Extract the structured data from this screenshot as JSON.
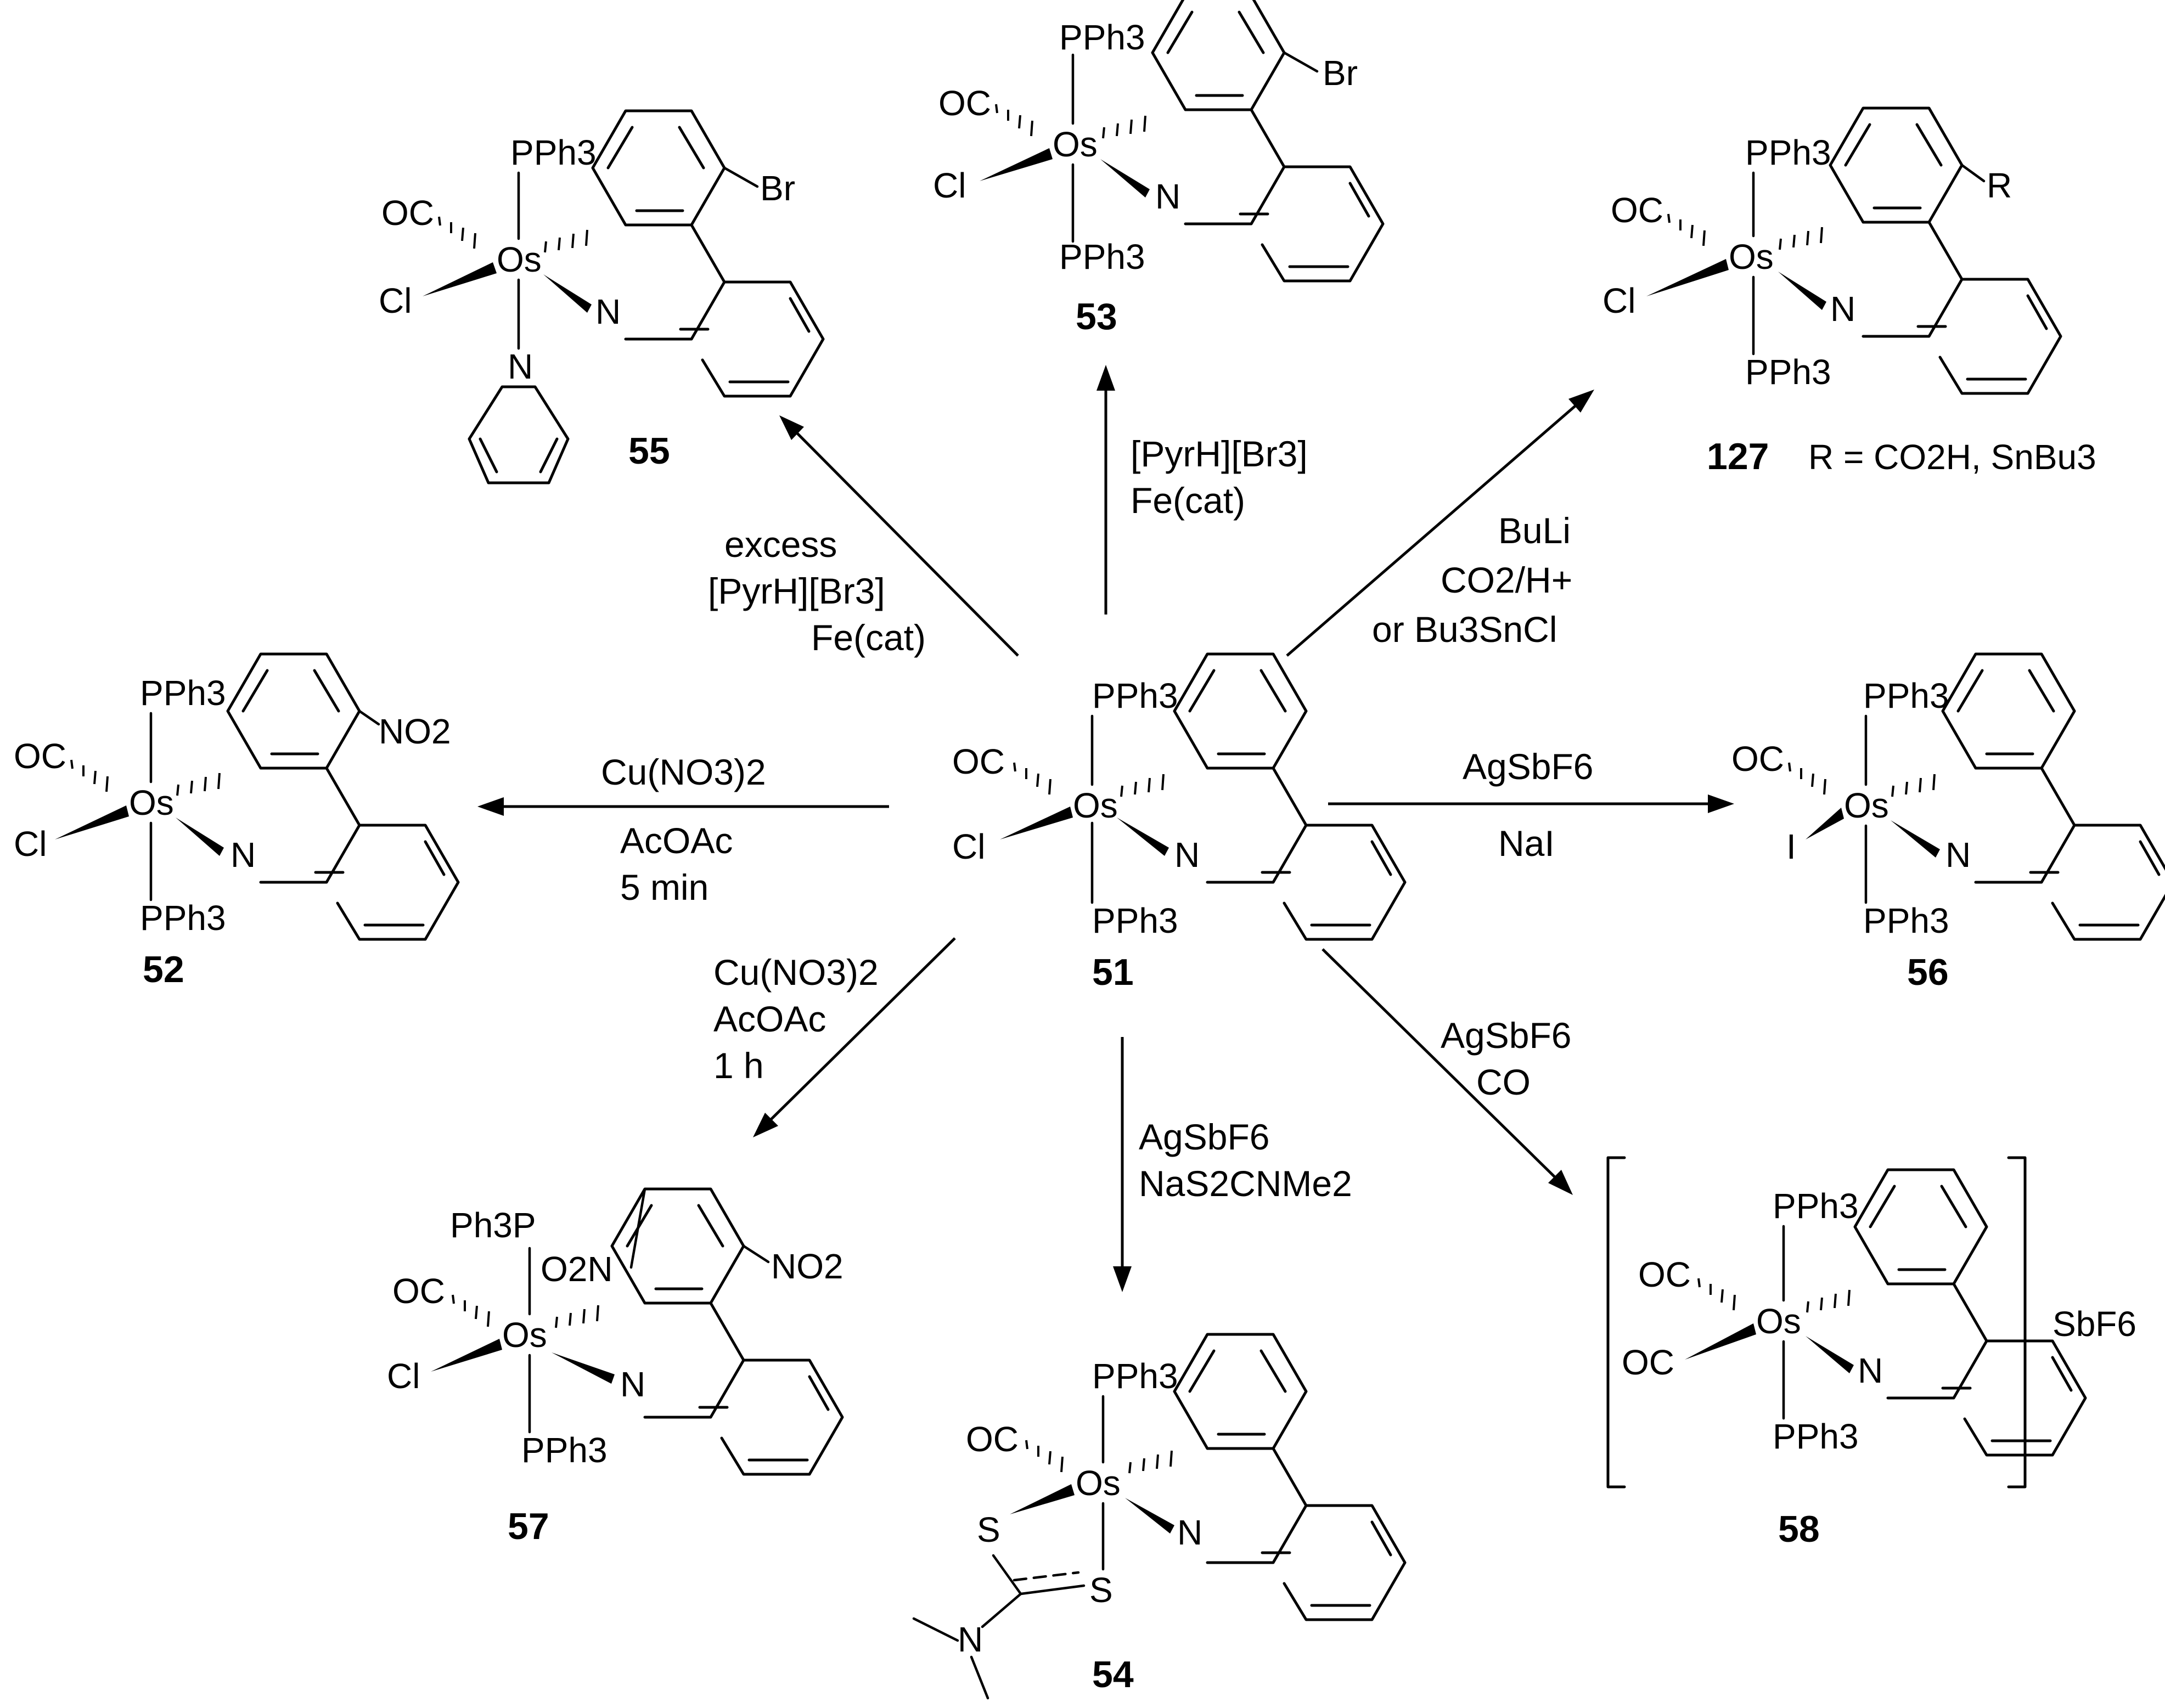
{
  "compounds": {
    "c51": {
      "number": "51",
      "ligands": {
        "top": "PPh3",
        "bottom": "PPh3",
        "left_upper": "OC",
        "left_lower": "Cl",
        "metal": "Os",
        "donor": "N"
      }
    },
    "c52": {
      "number": "52",
      "ligands": {
        "top": "PPh3",
        "bottom": "PPh3",
        "left_upper": "OC",
        "left_lower": "Cl",
        "metal": "Os",
        "donor": "N",
        "substituent": "NO2"
      }
    },
    "c53": {
      "number": "53",
      "ligands": {
        "top": "PPh3",
        "bottom": "PPh3",
        "left_upper": "OC",
        "left_lower": "Cl",
        "metal": "Os",
        "donor": "N",
        "substituent": "Br"
      }
    },
    "c54": {
      "number": "54",
      "ligands": {
        "top": "PPh3",
        "left_upper": "OC",
        "s1": "S",
        "s2": "S",
        "metal": "Os",
        "donor": "N",
        "amine": "N"
      }
    },
    "c55": {
      "number": "55",
      "ligands": {
        "top": "PPh3",
        "left_upper": "OC",
        "left_lower": "Cl",
        "metal": "Os",
        "donor": "N",
        "substituent": "Br",
        "pyridine_n": "N"
      }
    },
    "c56": {
      "number": "56",
      "ligands": {
        "top": "PPh3",
        "bottom": "PPh3",
        "left_upper": "OC",
        "left_lower": "I",
        "metal": "Os",
        "donor": "N"
      }
    },
    "c57": {
      "number": "57",
      "ligands": {
        "top": "Ph3P",
        "bottom": "PPh3",
        "left_upper": "OC",
        "left_lower": "Cl",
        "metal": "Os",
        "donor": "N",
        "substituent1": "O2N",
        "substituent2": "NO2"
      }
    },
    "c58": {
      "number": "58",
      "ligands": {
        "top": "PPh3",
        "bottom": "PPh3",
        "left_upper": "OC",
        "left_lower": "OC",
        "metal": "Os",
        "donor": "N"
      },
      "counterion": "SbF6"
    },
    "c127": {
      "number": "127",
      "ligands": {
        "top": "PPh3",
        "bottom": "PPh3",
        "left_upper": "OC",
        "left_lower": "Cl",
        "metal": "Os",
        "donor": "N",
        "substituent": "R"
      },
      "r_definition": "R = CO2H, SnBu3"
    }
  },
  "reactions": {
    "to55": [
      "excess",
      "[PyrH][Br3]",
      "Fe(cat)"
    ],
    "to53": [
      "[PyrH][Br3]",
      "Fe(cat)"
    ],
    "to127": [
      "BuLi",
      "CO2/H+",
      "or Bu3SnCl"
    ],
    "to52": [
      "Cu(NO3)2",
      "AcOAc",
      "5 min"
    ],
    "to56": [
      "AgSbF6",
      "NaI"
    ],
    "to57": [
      "Cu(NO3)2",
      "AcOAc",
      "1 h"
    ],
    "to54": [
      "AgSbF6",
      "NaS2CNMe2"
    ],
    "to58": [
      "AgSbF6",
      "CO"
    ]
  }
}
